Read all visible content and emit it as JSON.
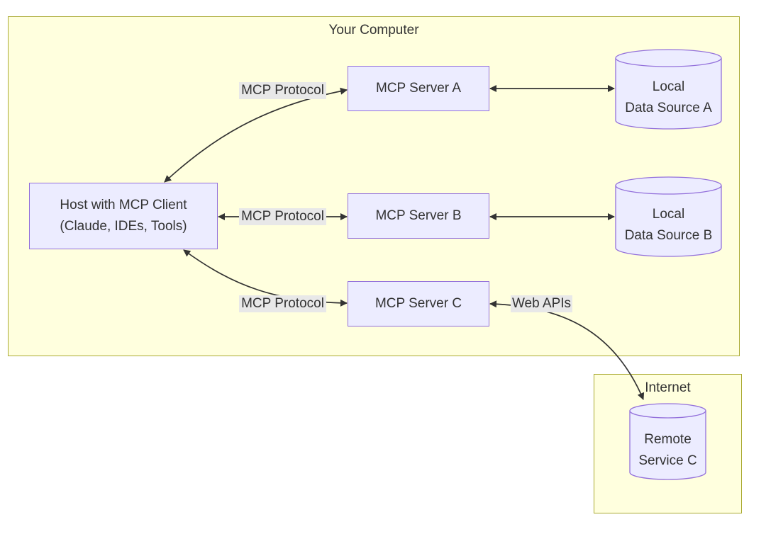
{
  "clusters": {
    "your_computer": {
      "label": "Your Computer"
    },
    "internet": {
      "label": "Internet"
    }
  },
  "nodes": {
    "host": {
      "line1": "Host with MCP Client",
      "line2": "(Claude, IDEs, Tools)"
    },
    "server_a": {
      "label": "MCP Server A"
    },
    "server_b": {
      "label": "MCP Server B"
    },
    "server_c": {
      "label": "MCP Server C"
    },
    "local_data_source_a": {
      "line1": "Local",
      "line2": "Data Source A"
    },
    "local_data_source_b": {
      "line1": "Local",
      "line2": "Data Source B"
    },
    "remote_service_c": {
      "line1": "Remote",
      "line2": "Service C"
    }
  },
  "edge_labels": {
    "host_server_a": "MCP Protocol",
    "host_server_b": "MCP Protocol",
    "host_server_c": "MCP Protocol",
    "server_c_remote": "Web APIs"
  },
  "colors": {
    "cluster_fill": "#ffffde",
    "cluster_border": "#aaaa33",
    "node_fill": "#ECECFF",
    "node_border": "#9370DB",
    "edge_color": "#333333",
    "edge_label_bg": "#e8e8e8",
    "text": "#333333",
    "background": "#ffffff"
  }
}
